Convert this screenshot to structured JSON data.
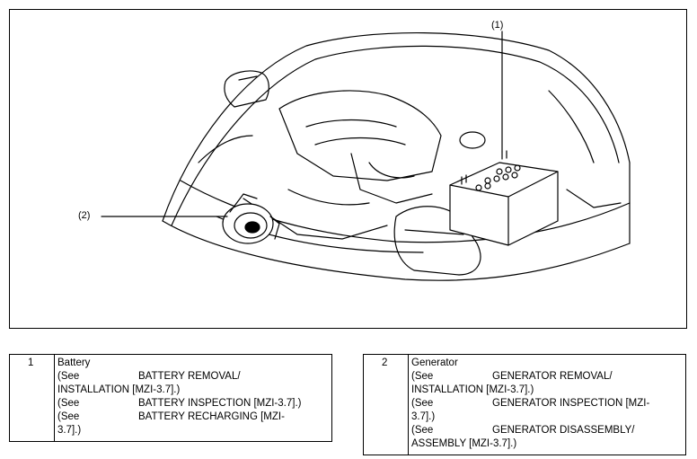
{
  "figure": {
    "callouts": [
      {
        "id": "1",
        "text": "(1)"
      },
      {
        "id": "2",
        "text": "(2)"
      }
    ]
  },
  "legend": [
    {
      "number": "1",
      "title": "Battery",
      "refs": [
        {
          "prefix": "(See",
          "text": "BATTERY REMOVAL/",
          "cont": "INSTALLATION [MZI-3.7].)"
        },
        {
          "prefix": "(See",
          "text": "BATTERY INSPECTION [MZI-3.7].)",
          "cont": ""
        },
        {
          "prefix": "(See",
          "text": "BATTERY RECHARGING [MZI-",
          "cont": "3.7].)"
        }
      ]
    },
    {
      "number": "2",
      "title": "Generator",
      "refs": [
        {
          "prefix": "(See",
          "text": "GENERATOR REMOVAL/",
          "cont": "INSTALLATION [MZI-3.7].)"
        },
        {
          "prefix": "(See",
          "text": "GENERATOR INSPECTION [MZI-",
          "cont": "3.7].)"
        },
        {
          "prefix": "(See",
          "text": "GENERATOR DISASSEMBLY/",
          "cont": "ASSEMBLY [MZI-3.7].)"
        }
      ]
    }
  ]
}
